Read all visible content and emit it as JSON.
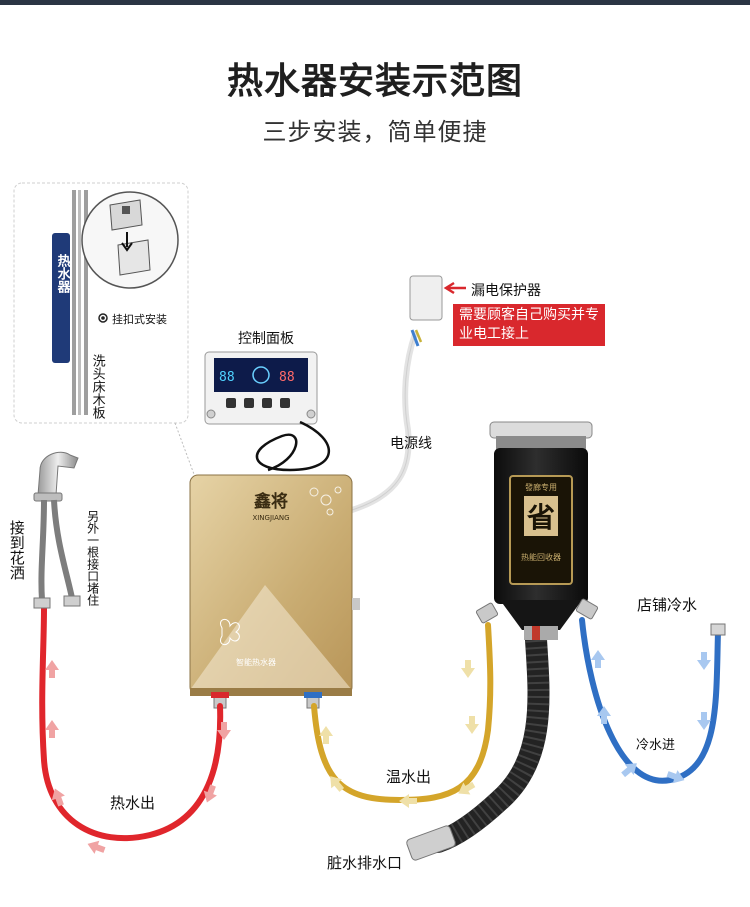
{
  "title": "热水器安装示范图",
  "subtitle": "三步安装，简单便捷",
  "inset": {
    "heater_label": "热水器",
    "board_label": "洗头床木板",
    "mount_label": "挂扣式安装"
  },
  "labels": {
    "control_panel": "控制面板",
    "leakage_protector": "漏电保护器",
    "customer_note": "需要顾客自己购买并专业电工接上",
    "power_cord": "电源线",
    "to_shower": "接到花洒",
    "other_port_plugged": "另外一根接口堵住",
    "shop_cold_water": "店铺冷水",
    "cold_water_in": "冷水进",
    "warm_water_out": "温水出",
    "hot_water_out": "热水出",
    "dirty_drain": "脏水排水口"
  },
  "heater": {
    "brand": "鑫将",
    "brand_latin": "XINGJIANG",
    "caption": "智能热水器"
  },
  "recovery": {
    "top_text": "發廊专用",
    "big_char": "省",
    "bottom_text": "热能回收器"
  },
  "panel_display": {
    "left_value": "88",
    "right_value": "88"
  },
  "colors": {
    "hot_pipe": "#e0262c",
    "warm_pipe": "#d4a52a",
    "cold_pipe": "#2f6fc4",
    "arrow_red": "#f0a3a3",
    "arrow_yellow": "#efe0a8",
    "arrow_blue": "#a8c8f0",
    "heater_gold": "#d8c08e",
    "note_red": "#d9282d"
  }
}
